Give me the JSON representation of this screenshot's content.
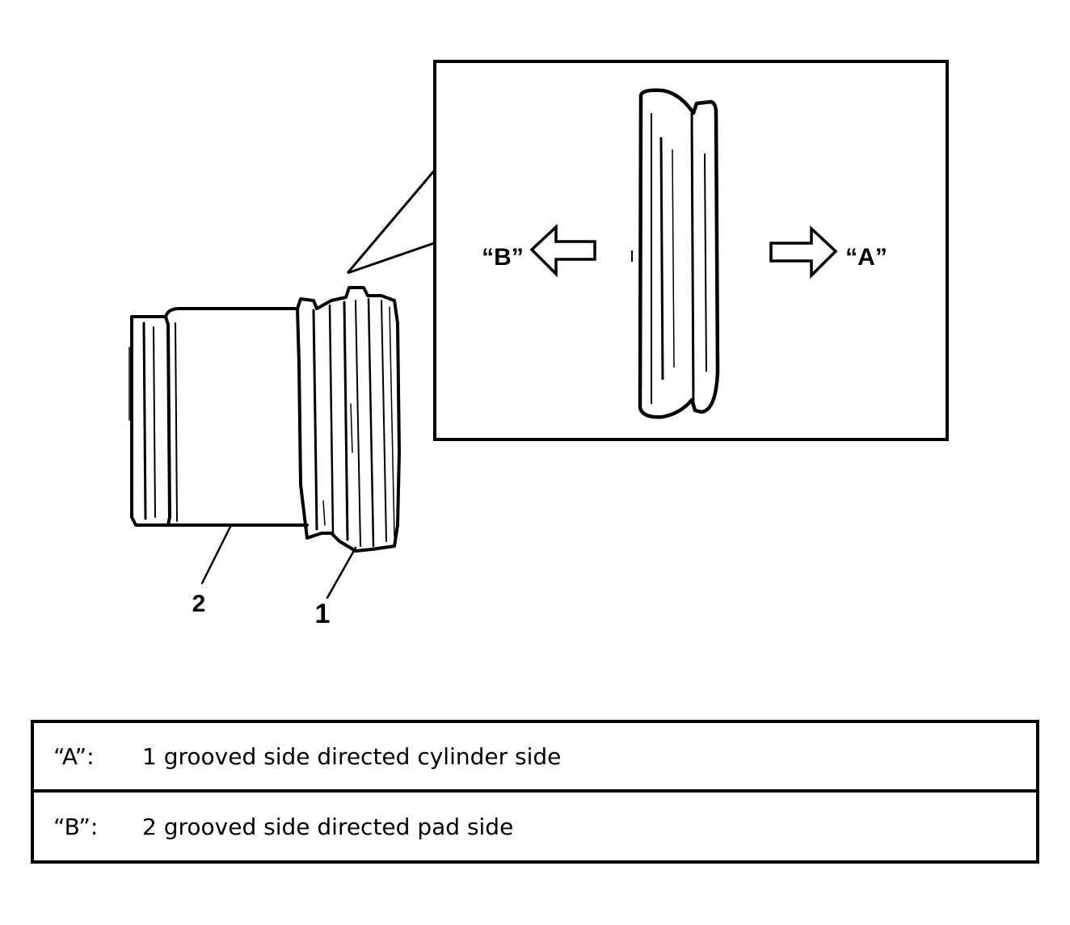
{
  "callouts": {
    "part_1": "1",
    "part_2": "2",
    "direction_a": "“A”",
    "direction_b": "“B”"
  },
  "legend": {
    "rows": [
      {
        "key": "“A”:",
        "text": "1 grooved side directed cylinder side"
      },
      {
        "key": "“B”:",
        "text": "2 grooved side directed pad side"
      }
    ]
  },
  "colors": {
    "line": "#000000",
    "background": "#ffffff"
  }
}
